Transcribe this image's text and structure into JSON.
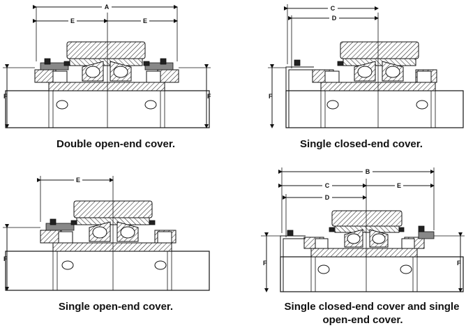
{
  "captions": {
    "double_open_end": "Double open-end cover.",
    "single_closed_end": "Single closed-end cover.",
    "single_open_end": "Single open-end cover.",
    "closed_and_open_line1": "Single closed-end cover and single",
    "closed_and_open_line2": "open-end cover."
  },
  "dimension_labels": {
    "A": "A",
    "B": "B",
    "C": "C",
    "D": "D",
    "E": "E",
    "F": "F"
  }
}
